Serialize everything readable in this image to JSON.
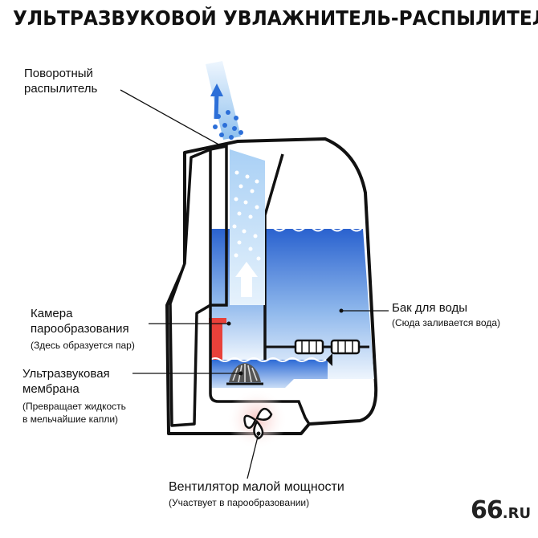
{
  "title": "УЛЬТРАЗВУКОВОЙ УВЛАЖНИТЕЛЬ-РАСПЫЛИТЕЛЬ",
  "labels": {
    "sprayer": {
      "line1": "Поворотный",
      "line2": "распылитель"
    },
    "tank": {
      "name": "Бак для воды",
      "note": "(Сюда заливается вода)"
    },
    "chamber": {
      "line1": "Камера",
      "line2": "парообразования",
      "note": "(Здесь образуется пар)"
    },
    "membrane": {
      "line1": "Ультразвуковая",
      "line2": "мембрана",
      "note1": "(Превращает жидкость",
      "note2": "в мельчайшие капли)"
    },
    "fan": {
      "name": "Вентилятор малой мощности",
      "note": "(Участвует в парообразовании)"
    }
  },
  "logo": {
    "number": "66",
    "suffix": ".RU"
  },
  "colors": {
    "water_blue": "#2f6fd6",
    "mist_blue": "#9cc8f0",
    "outline": "#111111",
    "chamber_red": "#e8413a",
    "droplet": "#2c6fd8"
  }
}
